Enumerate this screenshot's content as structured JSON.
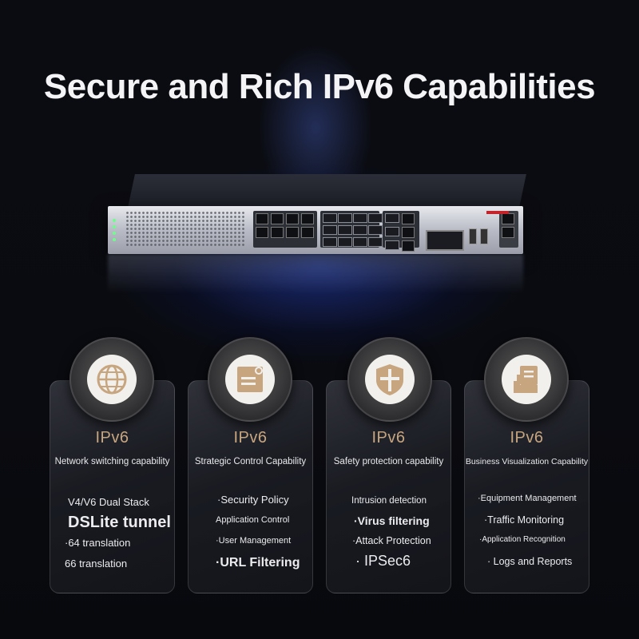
{
  "title": "Secure and Rich IPv6 Capabilities",
  "colors": {
    "accent_gold": "#c9a780",
    "icon_fill": "#c7a57f",
    "background": "#0a0b10"
  },
  "cards": [
    {
      "icon": "globe-icon",
      "heading": "IPv6",
      "subtitle": "Network switching capability",
      "features": [
        "V4/V6 Dual Stack",
        "DSLite tunnel",
        "·64 translation",
        "66 translation"
      ]
    },
    {
      "icon": "document-icon",
      "heading": "IPv6",
      "subtitle": "Strategic Control Capability",
      "features": [
        "·Security Policy",
        "Application Control",
        "·User Management",
        "·URL Filtering"
      ]
    },
    {
      "icon": "shield-icon",
      "heading": "IPv6",
      "subtitle": "Safety protection capability",
      "features": [
        "Intrusion detection",
        "·Virus filtering",
        "·Attack Protection",
        "· IPSec6"
      ]
    },
    {
      "icon": "report-icon",
      "heading": "IPv6",
      "subtitle": "Business Visualization Capability",
      "features": [
        "·Equipment Management",
        "·Traffic Monitoring",
        "·Application Recognition",
        "· Logs and Reports"
      ]
    }
  ]
}
